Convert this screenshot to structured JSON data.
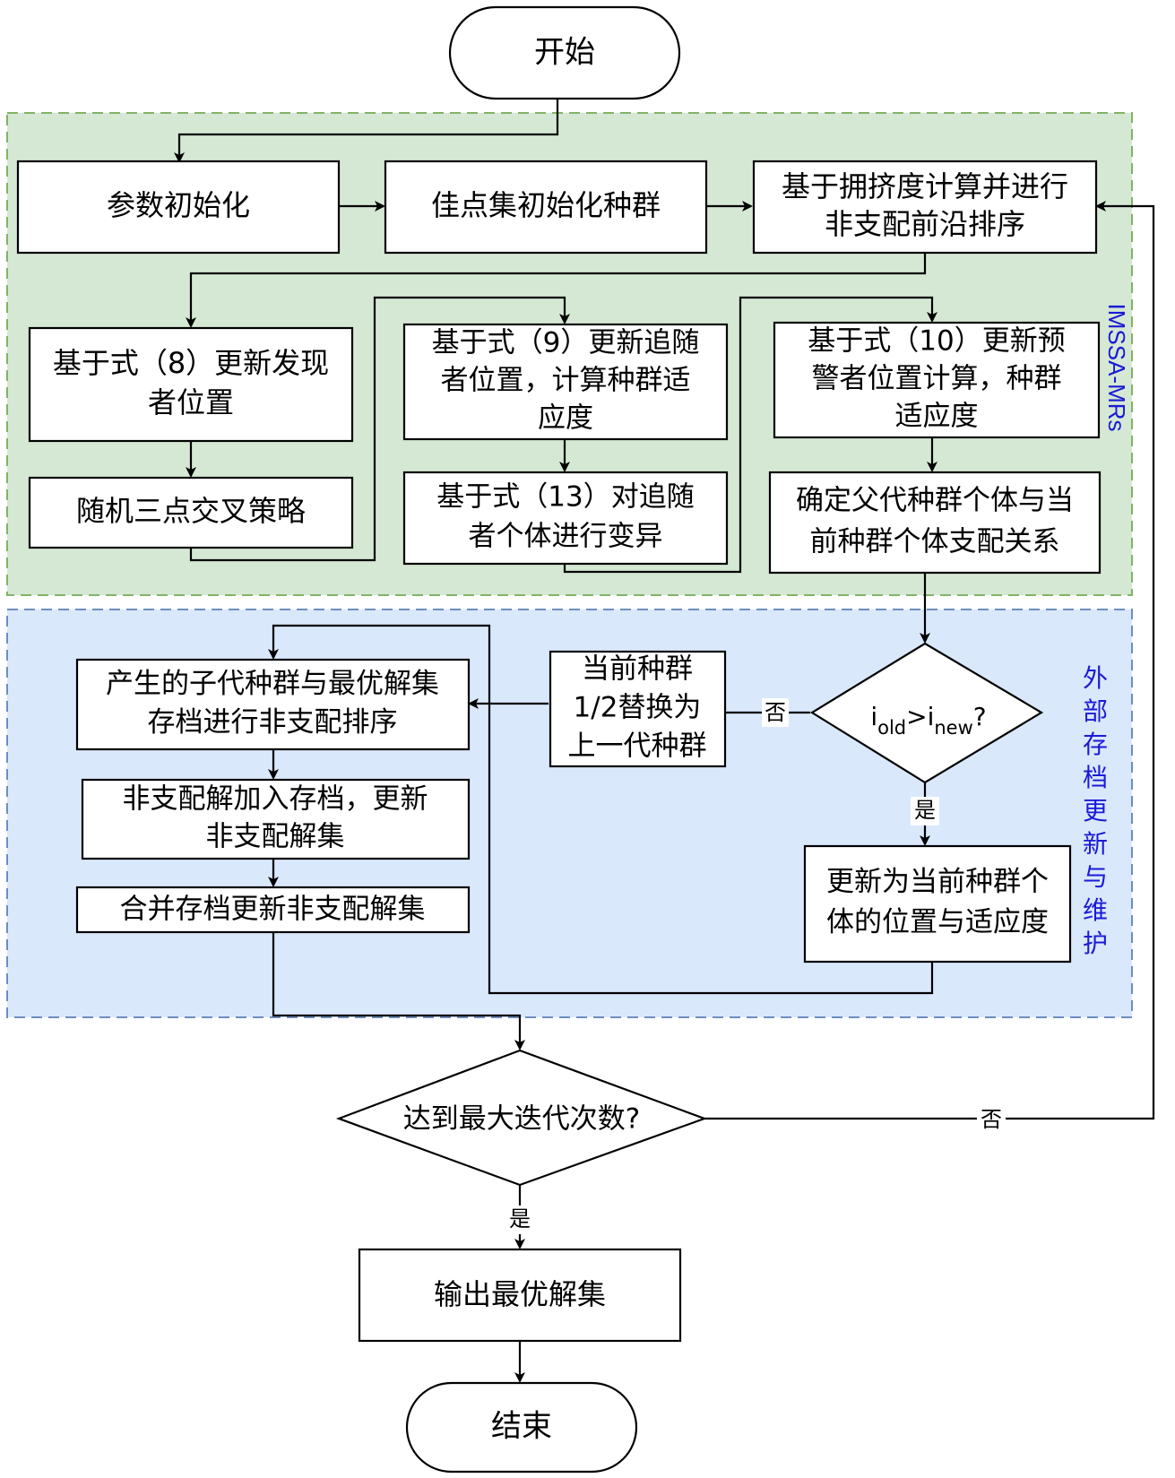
{
  "nodes": {
    "start": "开始",
    "param_init": "参数初始化",
    "gps_init": "佳点集初始化种群",
    "crowding_sort": [
      "基于拥挤度计算并进行",
      "非支配前沿排序"
    ],
    "update_discoverer": [
      "基于式（8）更新发现",
      "者位置"
    ],
    "random_crossover": "随机三点交叉策略",
    "update_follower": [
      "基于式（9）更新追随",
      "者位置，计算种群适",
      "应度"
    ],
    "mutate_follower": [
      "基于式（13）对追随",
      "者个体进行变异"
    ],
    "update_warner": [
      "基于式（10）更新预",
      "警者位置计算，种群",
      "适应度"
    ],
    "dominance": [
      "确定父代种群个体与当",
      "前种群个体支配关系"
    ],
    "compare": {
      "i": "i",
      "old_sub": "old",
      "gt": ">i",
      "new_sub": "new",
      "q": "?"
    },
    "replace_half": [
      "当前种群",
      "1/2替换为",
      "上一代种群"
    ],
    "offspring_sort": [
      "产生的子代种群与最优解集",
      "存档进行非支配排序"
    ],
    "add_archive": [
      "非支配解加入存档，更新",
      "非支配解集"
    ],
    "merge_archive": "合并存档更新非支配解集",
    "update_current": [
      "更新为当前种群个",
      "体的位置与适应度"
    ],
    "max_iter": "达到最大迭代次数?",
    "output": "输出最优解集",
    "end": "结束"
  },
  "edge_labels": {
    "compare_no": "否",
    "compare_yes": "是",
    "iter_no": "否",
    "iter_yes": "是"
  },
  "groups": {
    "imssa_label": "IMSSA-MRs",
    "archive_label": [
      "外",
      "部",
      "存",
      "档",
      "更",
      "新",
      "与",
      "维",
      "护"
    ]
  },
  "colors": {
    "green_fill": "#d5e8d4",
    "green_stroke": "#82b366",
    "blue_fill": "#dae8fc",
    "blue_stroke": "#6c8ebf",
    "group_label": "#1a1ad6"
  }
}
